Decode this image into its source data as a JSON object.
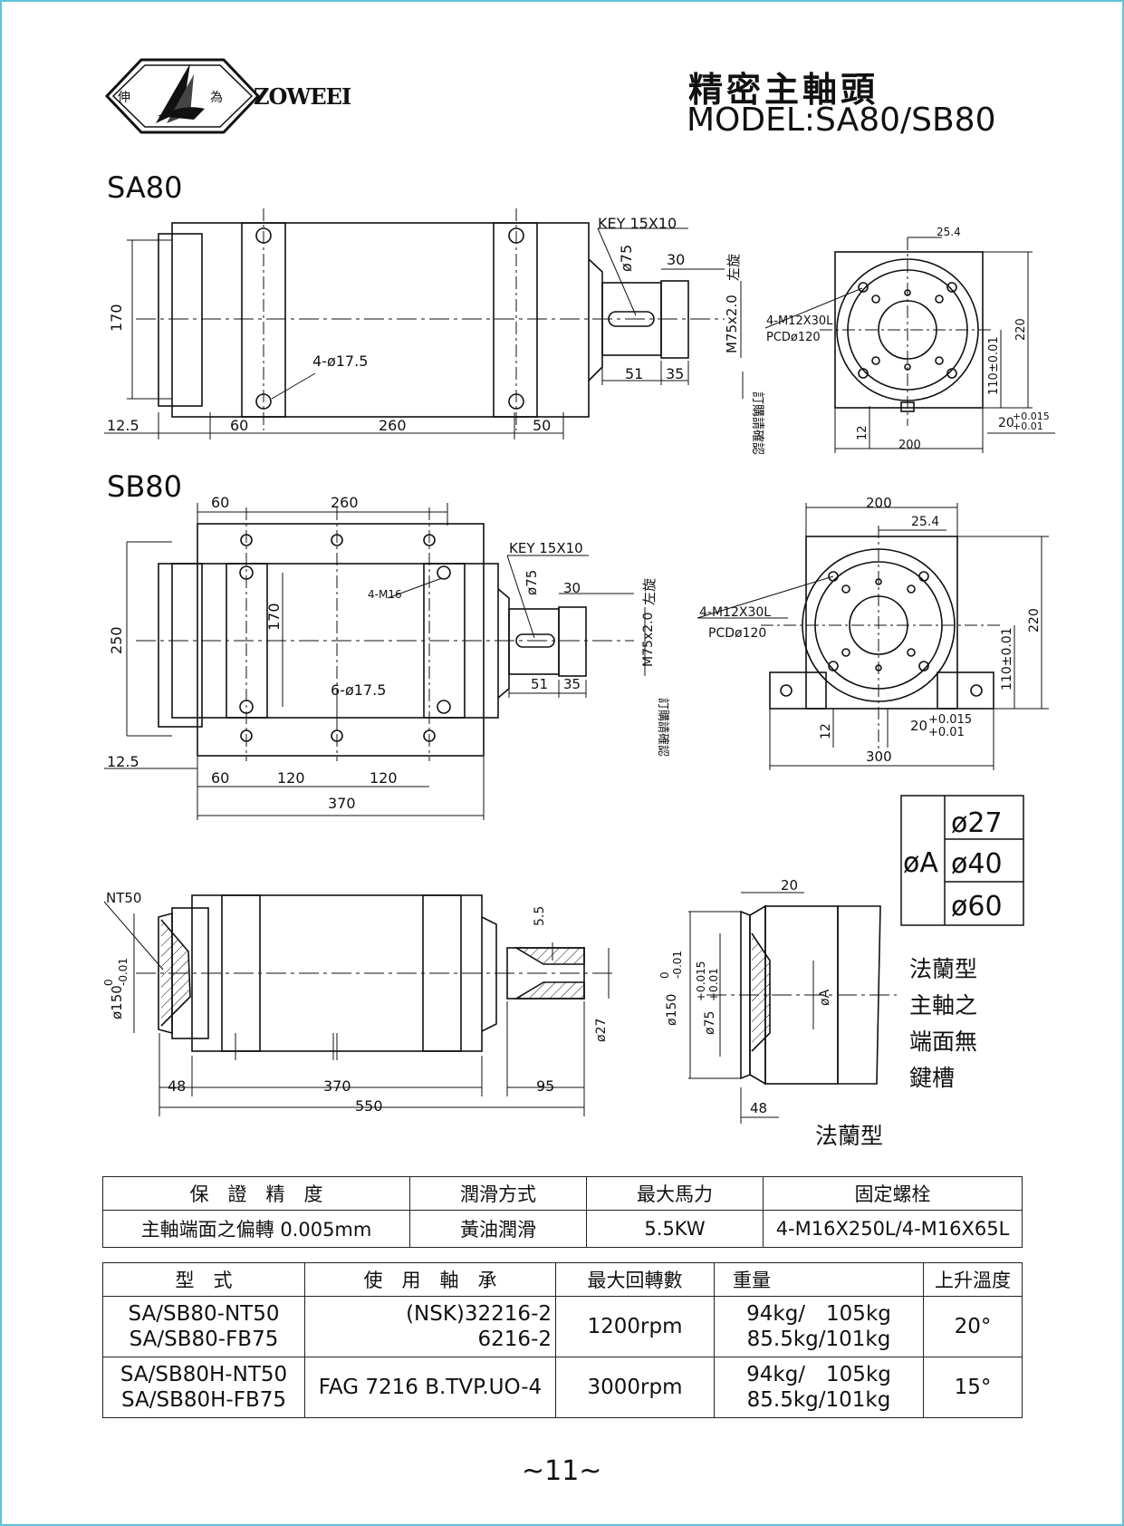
{
  "logo": {
    "left_char": "伸",
    "right_char": "為",
    "brand": "ZOWEEI"
  },
  "header": {
    "title": "精密主軸頭",
    "model": "MODEL:SA80/SB80"
  },
  "sa80": {
    "label": "SA80",
    "key": "KEY 15X10",
    "dia75": "ø75",
    "d30": "30",
    "left_hand": "左旋",
    "thread": "M75x2.0",
    "d51": "51",
    "d35": "35",
    "holes": "4-ø17.5",
    "h170": "170",
    "d12_5": "12.5",
    "d60": "60",
    "d260": "260",
    "d50": "50",
    "order_note": "訂購請確認",
    "side": {
      "d25_4": "25.4",
      "bolt": "4-M12X30L",
      "pcd": "PCDø120",
      "h220": "220",
      "h110": "110±0.01",
      "d12": "12",
      "w200": "200",
      "tol1": "20",
      "tol_up": "+0.015",
      "tol_dn": "+0.01"
    }
  },
  "sb80": {
    "label": "SB80",
    "d60": "60",
    "d260": "260",
    "key": "KEY 15X10",
    "dia75": "ø75",
    "d30": "30",
    "left_hand": "左旋",
    "thread": "M75x2.0",
    "m16": "4-M16",
    "h250": "250",
    "h170": "170",
    "holes": "6-ø17.5",
    "d51": "51",
    "d35": "35",
    "d12_5": "12.5",
    "b60": "60",
    "b120a": "120",
    "b120b": "120",
    "b370": "370",
    "order_note": "訂購請確認",
    "side": {
      "w200": "200",
      "d25_4": "25.4",
      "bolt": "4-M12X30L",
      "pcd": "PCDø120",
      "h220": "220",
      "h110": "110±0.01",
      "d12": "12",
      "tol1": "20",
      "tol_up": "+0.015",
      "tol_dn": "+0.01",
      "w300": "300"
    }
  },
  "dia_table": {
    "label": "øA",
    "values": [
      "ø27",
      "ø40",
      "ø60"
    ]
  },
  "nt50": {
    "label": "NT50",
    "dia150": "ø150",
    "tol_up": "0",
    "tol_dn": "-0.01",
    "d5_5": "5.5",
    "d27": "ø27",
    "d48": "48",
    "d370": "370",
    "d95": "95",
    "d550": "550"
  },
  "flange": {
    "d20": "20",
    "dia150": "ø150",
    "tol150_up": "0",
    "tol150_dn": "-0.01",
    "dia75": "ø75",
    "tol75_up": "+0.015",
    "tol75_dn": "+0.01",
    "diaA": "øA",
    "d48": "48",
    "caption": "法蘭型"
  },
  "flange_note": [
    "法蘭型",
    "主軸之",
    "端面無",
    "鍵槽"
  ],
  "spec1": {
    "headers": [
      "保　證　精　度",
      "潤滑方式",
      "最大馬力",
      "固定螺栓"
    ],
    "row": [
      "主軸端面之偏轉 0.005mm",
      "黃油潤滑",
      "5.5KW",
      "4-M16X250L/4-M16X65L"
    ]
  },
  "spec2": {
    "headers": [
      "型　式",
      "使　用　軸　承",
      "最大回轉數",
      "重量",
      "上升溫度"
    ],
    "rows": [
      {
        "model": [
          "SA/SB80-NT50",
          "SA/SB80-FB75"
        ],
        "bearing": [
          "(NSK)32216-2",
          "6216-2"
        ],
        "rpm": "1200rpm",
        "weight": [
          "94kg/　105kg",
          "85.5kg/101kg"
        ],
        "temp": "20°"
      },
      {
        "model": [
          "SA/SB80H-NT50",
          "SA/SB80H-FB75"
        ],
        "bearing": [
          "FAG 7216 B.TVP.UO-4"
        ],
        "rpm": "3000rpm",
        "weight": [
          "94kg/　105kg",
          "85.5kg/101kg"
        ],
        "temp": "15°"
      }
    ]
  },
  "page": "~11~"
}
